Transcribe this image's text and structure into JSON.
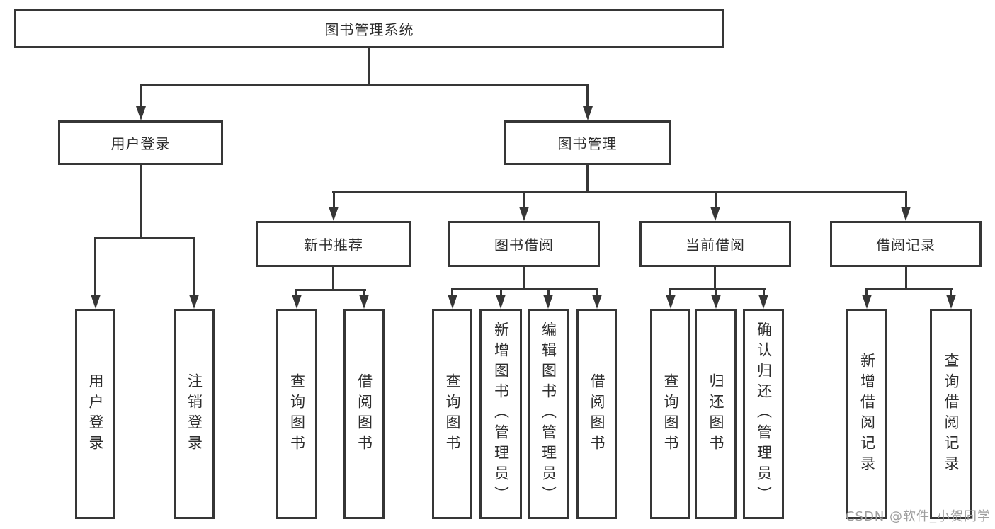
{
  "root": {
    "label": "图书管理系统"
  },
  "branches": [
    {
      "label": "用户登录",
      "children": [
        {
          "label": "用户登录"
        },
        {
          "label": "注销登录"
        }
      ]
    },
    {
      "label": "图书管理",
      "children": [
        {
          "label": "新书推荐",
          "children": [
            {
              "label": "查询图书"
            },
            {
              "label": "借阅图书"
            }
          ]
        },
        {
          "label": "图书借阅",
          "children": [
            {
              "label": "查询图书"
            },
            {
              "label": "新增图书（管理员）"
            },
            {
              "label": "编辑图书（管理员）"
            },
            {
              "label": "借阅图书"
            }
          ]
        },
        {
          "label": "当前借阅",
          "children": [
            {
              "label": "查询图书"
            },
            {
              "label": "归还图书"
            },
            {
              "label": "确认归还（管理员）"
            }
          ]
        },
        {
          "label": "借阅记录",
          "children": [
            {
              "label": "新增借阅记录"
            },
            {
              "label": "查询借阅记录"
            }
          ]
        }
      ]
    }
  ],
  "watermark": "CSDN @软件_小贺同学",
  "colors": {
    "line": "#363636",
    "text": "#2e2e2e",
    "watermark": "#9e9e9e",
    "background": "#ffffff"
  }
}
